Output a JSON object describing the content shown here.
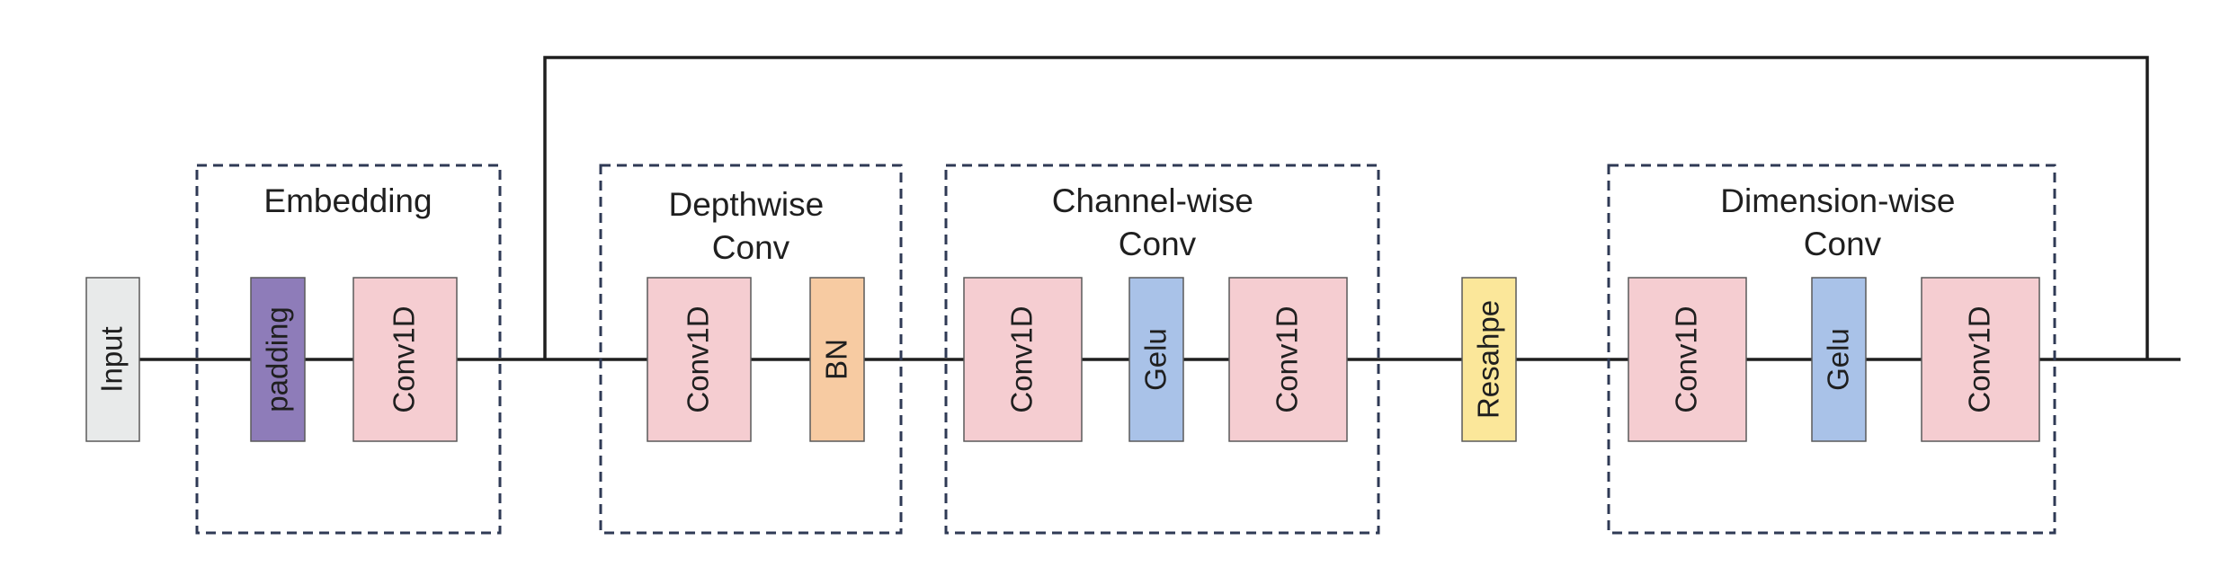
{
  "groups": {
    "embedding": {
      "title_lines": [
        "Embedding"
      ]
    },
    "depthwise": {
      "title_lines": [
        "Depthwise",
        "Conv"
      ]
    },
    "channel": {
      "title_lines": [
        "Channel-wise",
        "Conv"
      ]
    },
    "dimension": {
      "title_lines": [
        "Dimension-wise",
        "Conv"
      ]
    }
  },
  "blocks": {
    "input": {
      "label": "Input",
      "color": "#e8eaea"
    },
    "padding": {
      "label": "padding",
      "color": "#8e7cb9"
    },
    "emb_conv": {
      "label": "Conv1D",
      "color": "#f5cdd1"
    },
    "dw_conv": {
      "label": "Conv1D",
      "color": "#f5cdd1"
    },
    "dw_bn": {
      "label": "BN",
      "color": "#f7cba2"
    },
    "ch_conv1": {
      "label": "Conv1D",
      "color": "#f5cdd1"
    },
    "ch_gelu": {
      "label": "Gelu",
      "color": "#a9c2e8"
    },
    "ch_conv2": {
      "label": "Conv1D",
      "color": "#f5cdd1"
    },
    "reshape": {
      "label": "Resahpe",
      "color": "#fbe79a"
    },
    "dim_conv1": {
      "label": "Conv1D",
      "color": "#f5cdd1"
    },
    "dim_gelu": {
      "label": "Gelu",
      "color": "#a9c2e8"
    },
    "dim_conv2": {
      "label": "Conv1D",
      "color": "#f5cdd1"
    }
  }
}
